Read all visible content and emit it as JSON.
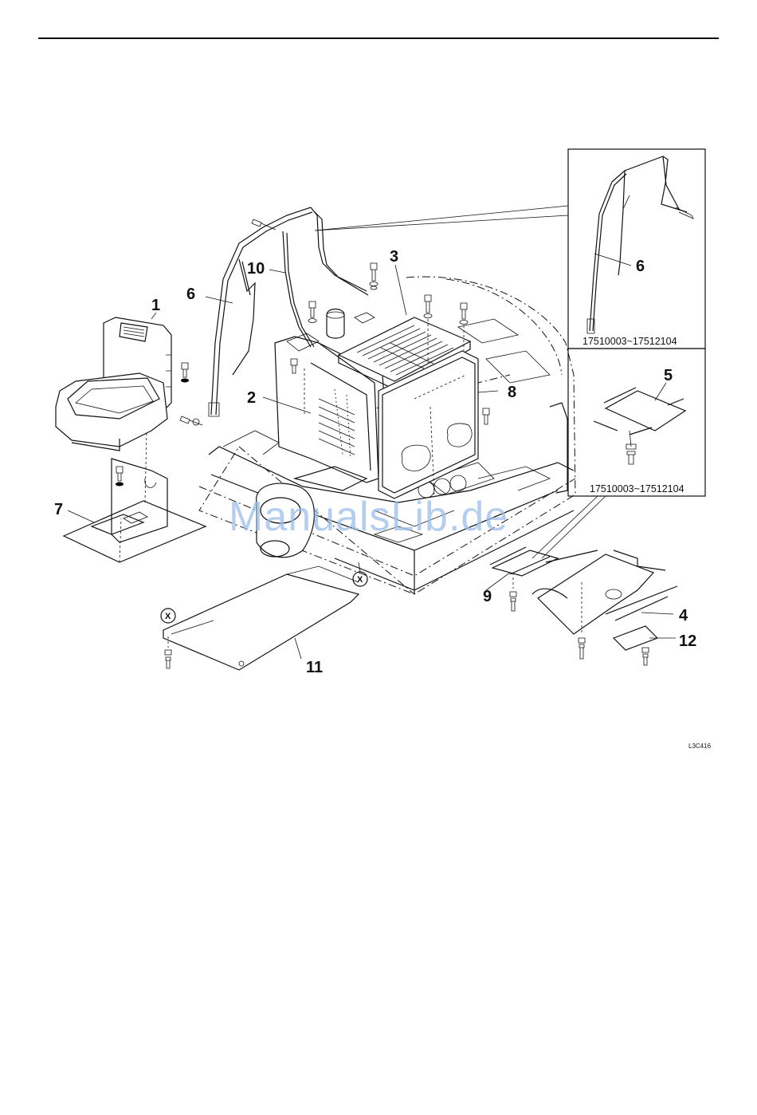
{
  "callouts": {
    "c1": "1",
    "c2": "2",
    "c3": "3",
    "c4": "4",
    "c5": "5",
    "c6_main": "6",
    "c6_inset": "6",
    "c7": "7",
    "c8": "8",
    "c9": "9",
    "c10": "10",
    "c11": "11",
    "c12": "12"
  },
  "ref_markers": {
    "x_top": "X",
    "x_bottom": "X"
  },
  "insets": {
    "rops": {
      "serial_range": "17510003~17512104"
    },
    "plate": {
      "serial_range": "17510003~17512104"
    }
  },
  "figure_code": "L3C416",
  "watermark": "ManualsLib.de",
  "colors": {
    "ink": "#111111",
    "watermark": "#9dbde8"
  }
}
